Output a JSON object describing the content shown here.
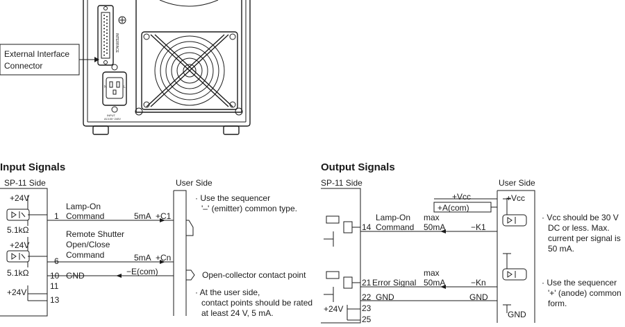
{
  "device": {
    "callout": [
      "External Interface",
      "Connector"
    ]
  },
  "input": {
    "title": "Input Signals",
    "sp_side": "SP-11 Side",
    "user_side": "User Side",
    "v24_a": "+24V",
    "v24_b": "+24V",
    "v24_c": "+24V",
    "r_a": "5.1kΩ",
    "r_b": "5.1kΩ",
    "lamp_label": [
      "Lamp-On",
      "Command"
    ],
    "shutter_label": [
      "Remote Shutter",
      "Open/Close",
      "Command"
    ],
    "gnd": "GND",
    "pins": [
      "1",
      "6",
      "10",
      "11",
      "13"
    ],
    "current_a": "5mA",
    "current_b": "5mA",
    "c1": "+C1",
    "cn": "+Cn",
    "ecom": "−E(com)",
    "note1": [
      "· Use the sequencer",
      "'–' (emitter) common type."
    ],
    "note2": "Open-collector contact point",
    "note3": [
      "· At the user side,",
      "contact points should be rated",
      "at least 24 V, 5 mA."
    ]
  },
  "output": {
    "title": "Output Signals",
    "sp_side": "SP-11 Side",
    "user_side": "User Side",
    "vcc_top": "+Vcc",
    "vcc_right": "+Vcc",
    "acom": "+A(com)",
    "lamp_label": [
      "Lamp-On",
      "Command"
    ],
    "error_label": "Error Signal",
    "max_a": [
      "max",
      "50mA"
    ],
    "max_b": [
      "max",
      "50mA"
    ],
    "k1": "−K1",
    "kn": "−Kn",
    "gnd_left": "GND",
    "gnd_right": "GND",
    "gnd_bottom": "GND",
    "v24": "+24V",
    "pins": [
      "14",
      "21",
      "22",
      "23",
      "25"
    ],
    "note1": [
      "· Vcc should be 30 V",
      "DC or less. Max.",
      "current per signal is",
      "50 mA."
    ],
    "note2": [
      "· Use the sequencer",
      "'+' (anode) common",
      "form."
    ]
  }
}
